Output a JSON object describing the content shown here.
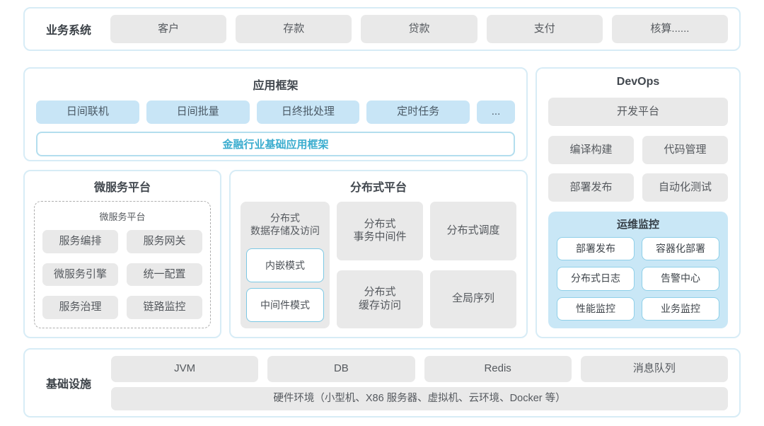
{
  "colors": {
    "panel_border": "#d7ecf6",
    "gray_box": "#e9e9e9",
    "blue_box": "#c8e5f6",
    "monitor_bg": "#c9e7f6",
    "accent_text": "#3badcf",
    "mode_border": "#7cc8e4"
  },
  "business": {
    "label": "业务系统",
    "items": [
      "客户",
      "存款",
      "贷款",
      "支付",
      "核算......"
    ]
  },
  "app_framework": {
    "title": "应用框架",
    "items": [
      "日间联机",
      "日间批量",
      "日终批处理",
      "定时任务",
      "..."
    ],
    "base": "金融行业基础应用框架"
  },
  "microservice": {
    "title": "微服务平台",
    "inner_title": "微服务平台",
    "items": [
      "服务编排",
      "服务网关",
      "微服务引擎",
      "统一配置",
      "服务治理",
      "链路监控"
    ]
  },
  "distributed": {
    "title": "分布式平台",
    "storage": {
      "title": "分布式\n数据存储及访问",
      "modes": [
        "内嵌模式",
        "中间件模式"
      ]
    },
    "boxes": [
      "分布式\n事务中间件",
      "分布式调度",
      "分布式\n缓存访问",
      "全局序列"
    ]
  },
  "devops": {
    "title": "DevOps",
    "platform": "开发平台",
    "items": [
      "编译构建",
      "代码管理",
      "部署发布",
      "自动化测试"
    ],
    "monitor": {
      "title": "运维监控",
      "items": [
        "部署发布",
        "容器化部署",
        "分布式日志",
        "告警中心",
        "性能监控",
        "业务监控"
      ]
    }
  },
  "infrastructure": {
    "label": "基础设施",
    "items": [
      "JVM",
      "DB",
      "Redis",
      "消息队列"
    ],
    "hardware": "硬件环境（小型机、X86 服务器、虚拟机、云环境、Docker 等）"
  }
}
